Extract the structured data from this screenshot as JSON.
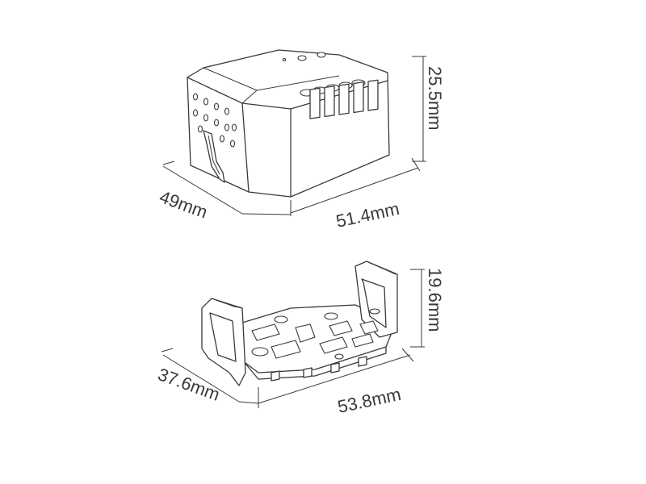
{
  "module": {
    "width_label": "51.4mm",
    "depth_label": "49mm",
    "height_label": "25.5mm"
  },
  "bracket": {
    "width_label": "53.8mm",
    "depth_label": "37.6mm",
    "height_label": "19.6mm"
  }
}
